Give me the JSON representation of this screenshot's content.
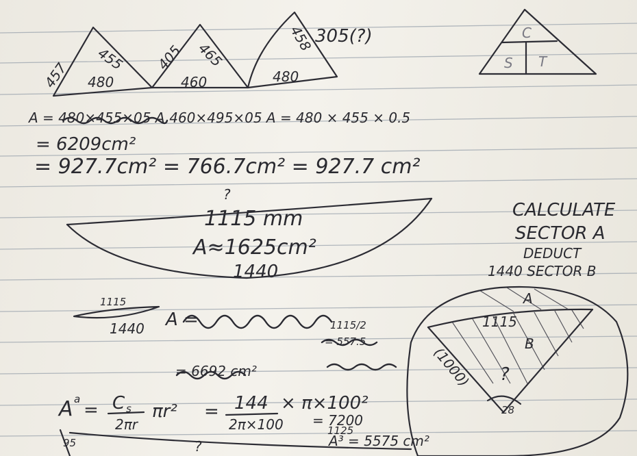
{
  "sheet": {
    "triangles": {
      "t1": {
        "left": "457",
        "right": "455",
        "base": "480"
      },
      "t2": {
        "left": "405",
        "right": "465",
        "base": "460"
      },
      "t3": {
        "top": "458",
        "right": "305(?)",
        "base": "480"
      }
    },
    "diagram_labels": {
      "c": "C",
      "s": "S",
      "t": "T"
    },
    "area_lines": {
      "line1": "A = 480×455×05  A.460×495×05   A = 480 × 455 × 0.5",
      "line2": "= 6209cm²",
      "line3": "= 927.7cm² = 766.7cm²  = 927.7 cm²",
      "question": "?"
    },
    "segment": {
      "chord": "1115 mm",
      "area": "A≈1625cm²",
      "arc": "1440"
    },
    "note": {
      "line1": "CALCULATE",
      "line2": "SECTOR A",
      "line3": "DEDUCT",
      "line4": "1440  SECTOR B"
    },
    "small_segment": {
      "chord": "1115",
      "arc": "1440",
      "a_label": "A ="
    },
    "scribbles": {
      "s1": "1115/2",
      "s2": "= 557.5",
      "s3": "= 6692 cm²"
    },
    "formula": {
      "lhs": "A",
      "sup": "a",
      "eq1": "=",
      "num1": "C",
      "sub1": "s",
      "den1": "2πr",
      "mid": "πr²",
      "num2": "144",
      "den2": "2π×100",
      "tail": "× π×100²",
      "res1": "= 7200",
      "res2": "A³ = 5575 cm²"
    },
    "circle": {
      "sector_a": "A",
      "sector_b": "B",
      "chord": "1115",
      "radius": "(1000)",
      "angle": "?",
      "center": "28"
    },
    "bottom": {
      "b1": "95",
      "b2": "?",
      "b3": "1125"
    }
  }
}
